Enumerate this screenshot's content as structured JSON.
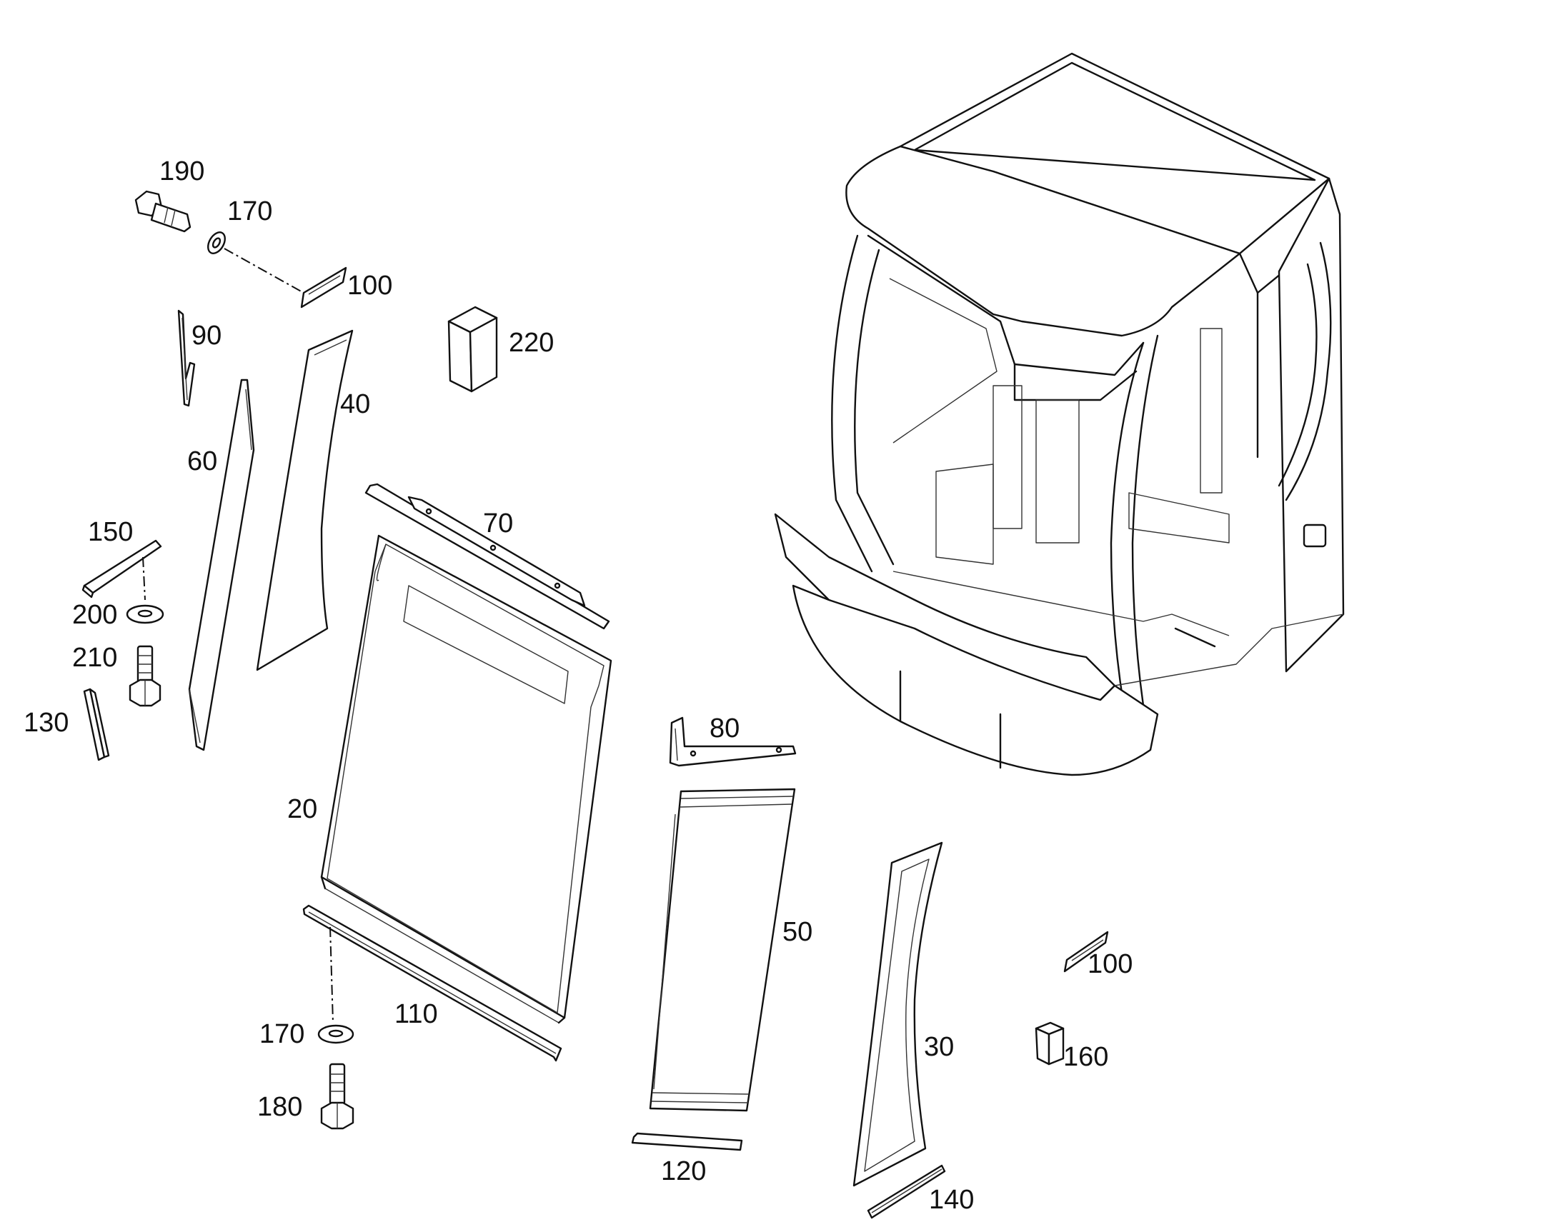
{
  "diagram": {
    "type": "exploded-parts-view",
    "colors": {
      "line": "#111111",
      "background": "#ffffff"
    },
    "callouts": {
      "p190": "190",
      "p170_top": "170",
      "p100_top": "100",
      "p220": "220",
      "p90": "90",
      "p40": "40",
      "p60": "60",
      "p70": "70",
      "p150": "150",
      "p200": "200",
      "p210": "210",
      "p130": "130",
      "p80": "80",
      "p20": "20",
      "p50": "50",
      "p100_right": "100",
      "p110": "110",
      "p170_bottom": "170",
      "p30": "30",
      "p160": "160",
      "p180": "180",
      "p120": "120",
      "p140": "140"
    }
  }
}
